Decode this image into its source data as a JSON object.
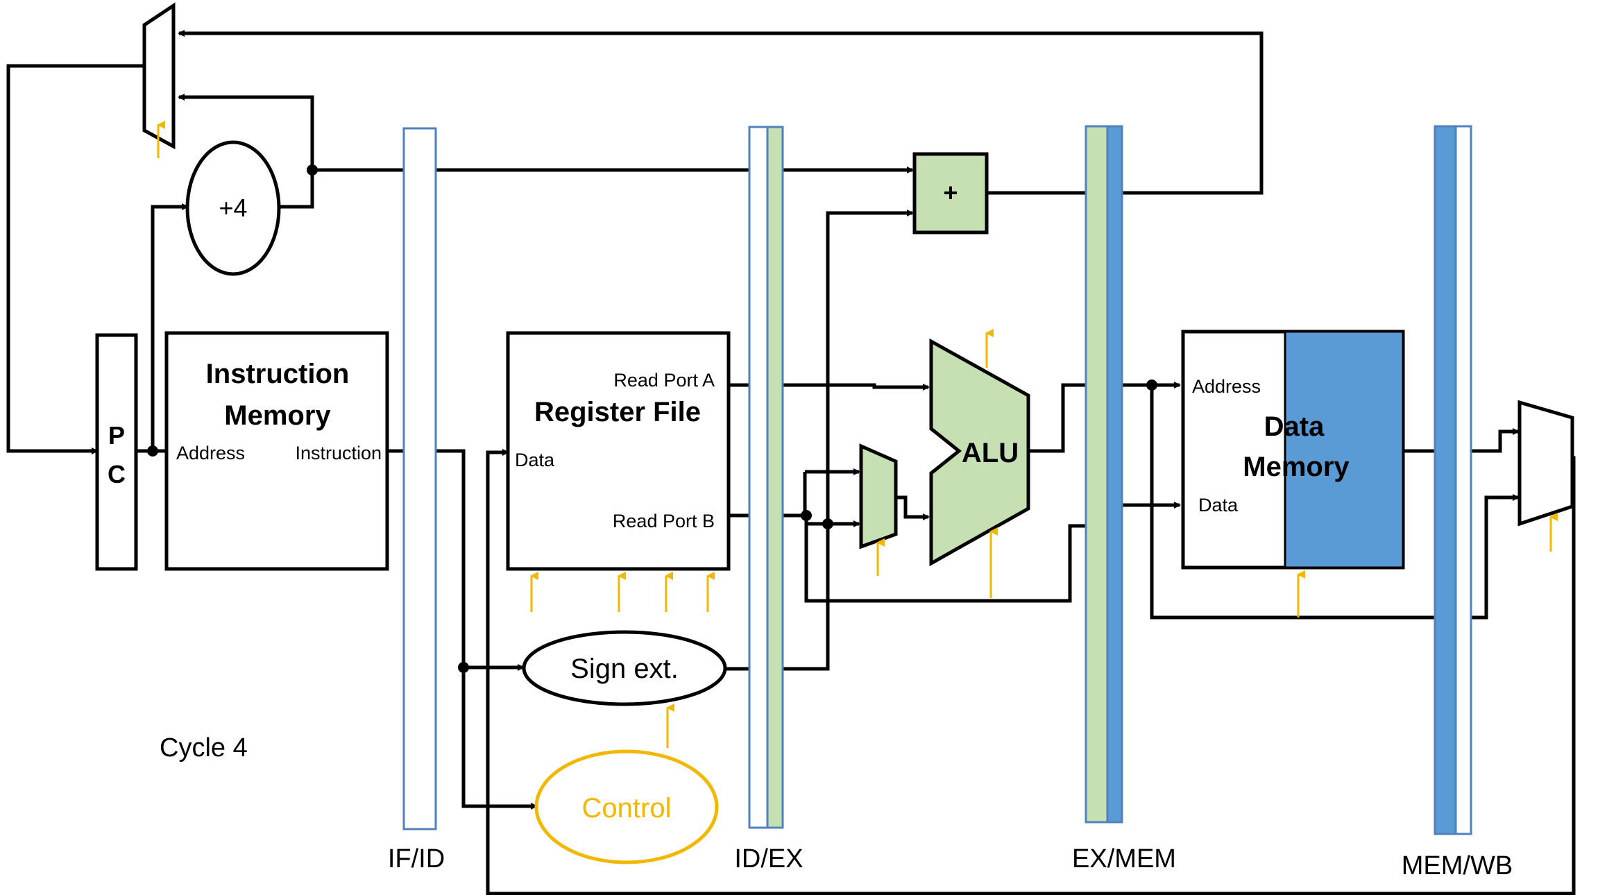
{
  "cycle": "Cycle 4",
  "pc": {
    "line1": "P",
    "line2": "C"
  },
  "plus4": "+4",
  "adder": "+",
  "instruction_memory": {
    "title_line1": "Instruction",
    "title_line2": "Memory",
    "address": "Address",
    "instruction": "Instruction"
  },
  "register_file": {
    "title": "Register File",
    "read_port_a": "Read Port A",
    "read_port_b": "Read Port B",
    "data": "Data"
  },
  "sign_ext": "Sign ext.",
  "control": "Control",
  "alu": "ALU",
  "data_memory": {
    "title_line1": "Data",
    "title_line2": "Memory",
    "address": "Address",
    "data": "Data"
  },
  "pipeline_registers": {
    "if_id": "IF/ID",
    "id_ex": "ID/EX",
    "ex_mem": "EX/MEM",
    "mem_wb": "MEM/WB"
  },
  "colors": {
    "stage_green": "#c6e0b4",
    "stage_blue": "#5b9bd5",
    "control": "#f2b800",
    "register_outline": "#4f81bd"
  }
}
